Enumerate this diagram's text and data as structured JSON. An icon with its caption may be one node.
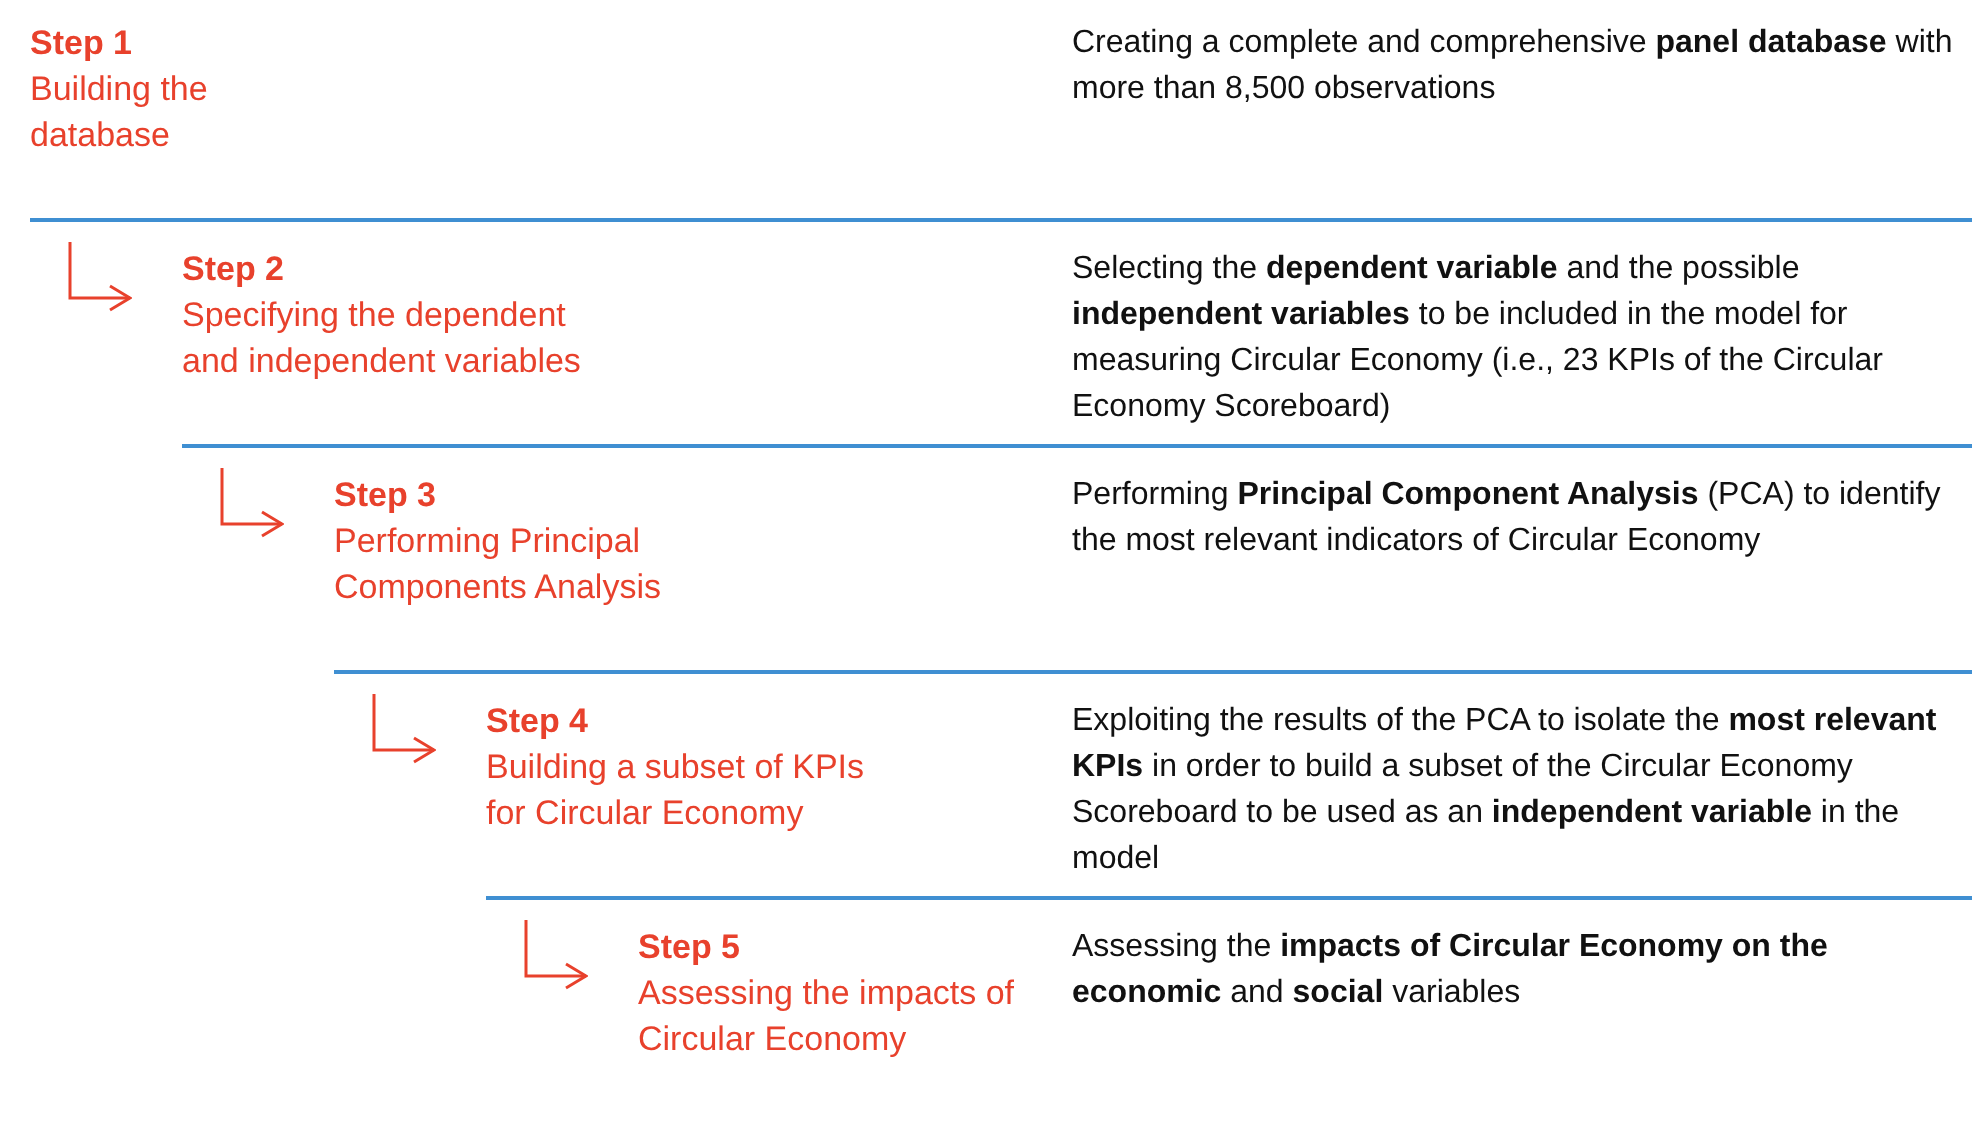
{
  "diagram": {
    "nodes": [
      {
        "text": [
          "Step 1",
          "Building the database",
          "Creating a complete and comprehensive **panel database** with more than 8,500 observations"
        ]
      },
      {
        "text": [
          "Step 2",
          "Specifying the dependent and independent variables",
          "Selecting the **dependent variable** and the possible **independent variables** to be included in the model for measuring Circular Economy (i.e., 23 KPIs of the Circular Economy Scoreboard)"
        ]
      },
      {
        "text": [
          "Step 3",
          "Performing Principal Components Analysis",
          "Performing **Principal Component Analysis** (PCA) to identify the most relevant indicators of Circular Economy"
        ]
      },
      {
        "text": [
          "Step 4",
          "Building a subset of KPIs for Circular Economy",
          "Exploiting the results of the PCA to isolate the **most relevant KPIs** in order to build a subset of the Circular Economy Scoreboard to be used as an **independent variable** in the model"
        ]
      },
      {
        "text": [
          "Step 5",
          "Assessing the impacts of Circular Economy",
          "Assessing the **impacts of Circular Economy on the economic** and **social** variables"
        ]
      }
    ],
    "edges": [
      {
        "from": null,
        "to": 1,
        "arrow": "to"
      },
      {
        "from": null,
        "to": 2,
        "arrow": "to"
      },
      {
        "from": null,
        "to": 3,
        "arrow": "to"
      },
      {
        "from": null,
        "to": 4,
        "arrow": "to"
      }
    ]
  }
}
